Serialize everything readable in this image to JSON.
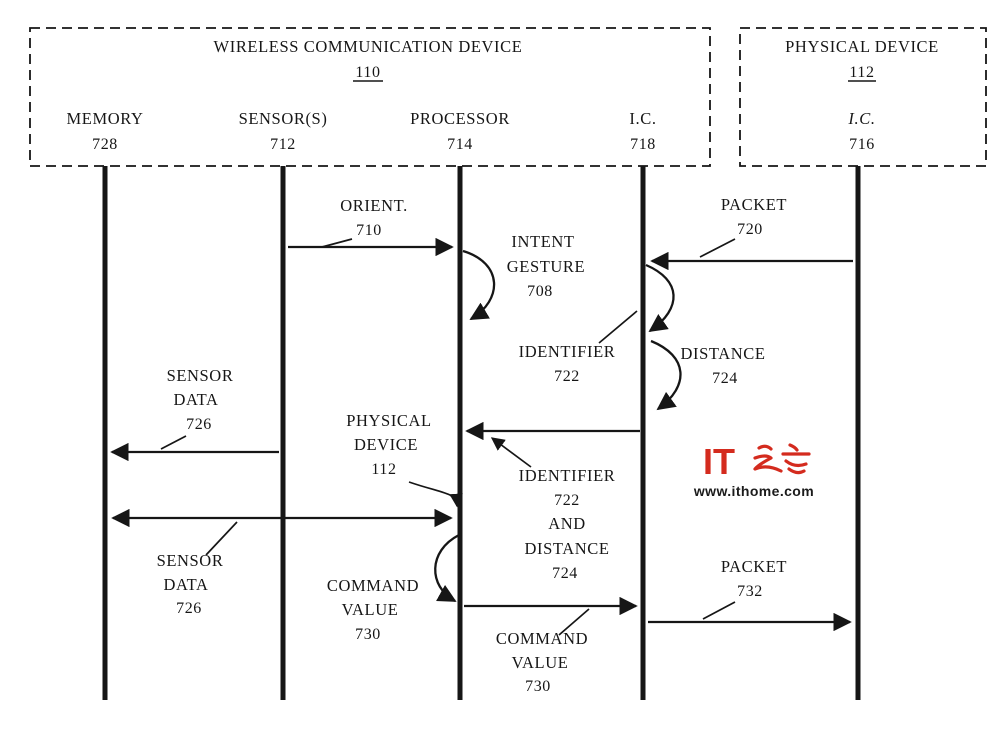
{
  "figure": {
    "wireless_box": {
      "title": "WIRELESS COMMUNICATION DEVICE",
      "ref": "110"
    },
    "physical_box": {
      "title": "PHYSICAL DEVICE",
      "ref": "112"
    },
    "lifelines": [
      {
        "label": "MEMORY",
        "ref": "728"
      },
      {
        "label": "SENSOR(S)",
        "ref": "712"
      },
      {
        "label": "PROCESSOR",
        "ref": "714"
      },
      {
        "label": "I.C.",
        "ref": "718"
      },
      {
        "label": "I.C.",
        "ref": "716"
      }
    ],
    "messages": {
      "orient": {
        "label": "ORIENT.",
        "ref": "710"
      },
      "packet_in": {
        "label": "PACKET",
        "ref": "720"
      },
      "intent_gesture": {
        "line1": "INTENT",
        "line2": "GESTURE",
        "ref": "708"
      },
      "identifier": {
        "label": "IDENTIFIER",
        "ref": "722"
      },
      "distance": {
        "label": "DISTANCE",
        "ref": "724"
      },
      "sensor_data_write": {
        "line1": "SENSOR",
        "line2": "DATA",
        "ref": "726"
      },
      "physical_device": {
        "line1": "PHYSICAL",
        "line2": "DEVICE",
        "ref": "112"
      },
      "identifier_and_distance": {
        "line1": "IDENTIFIER",
        "line2": "722",
        "line3": "AND",
        "line4": "DISTANCE",
        "line5": "724"
      },
      "sensor_data_exchange": {
        "line1": "SENSOR",
        "line2": "DATA",
        "ref": "726"
      },
      "command_value_compute": {
        "line1": "COMMAND",
        "line2": "VALUE",
        "ref": "730"
      },
      "command_value_send": {
        "line1": "COMMAND",
        "line2": "VALUE",
        "ref": "730"
      },
      "packet_out": {
        "label": "PACKET",
        "ref": "732"
      }
    },
    "watermark": {
      "logo_latin": "IT",
      "logo_cn": "之家",
      "url": "www.ithome.com"
    }
  }
}
